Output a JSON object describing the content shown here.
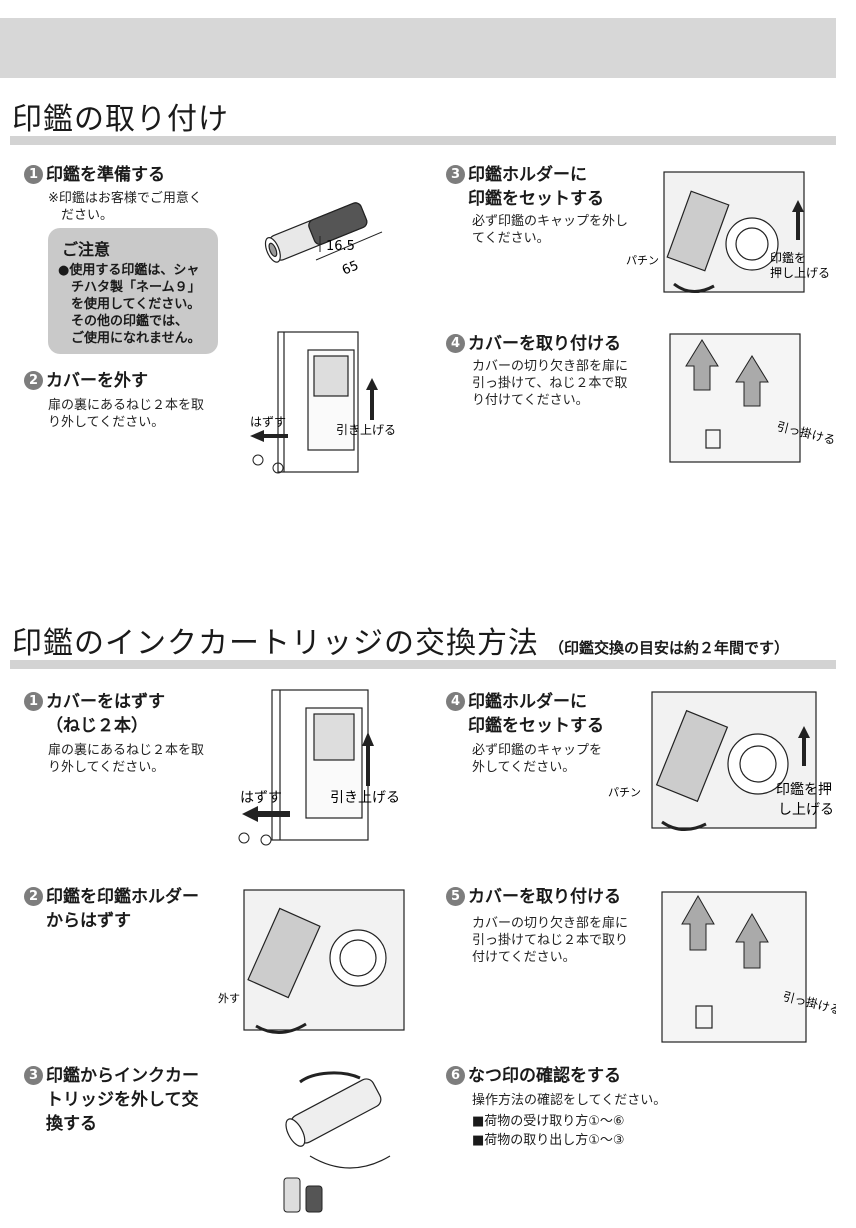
{
  "section1": {
    "title": "印鑑の取り付け",
    "steps": [
      {
        "num": "1",
        "title": "印鑑を準備する",
        "desc": "※印鑑はお客様でご用意く\n　ださい。"
      },
      {
        "num": "2",
        "title": "カバーを外す",
        "desc": "扉の裏にあるねじ２本を取\nり外してください。"
      },
      {
        "num": "3",
        "title": "印鑑ホルダーに\n印鑑をセットする",
        "desc": "必ず印鑑のキャップを外し\nてください。"
      },
      {
        "num": "4",
        "title": "カバーを取り付ける",
        "desc": "カバーの切り欠き部を扉に\n引っ掛けて、ねじ２本で取\nり付けてください。"
      }
    ],
    "caution": {
      "title": "ご注意",
      "body": "●使用する印鑑は、シャ\n　チハタ製「ネーム９」\n　を使用してください。\n　その他の印鑑では、\n　ご使用になれません。"
    },
    "figure_labels": {
      "dim_diameter": "16.5",
      "dim_length": "65",
      "remove": "はずす",
      "pull_up": "引き上げる",
      "snap": "パチン",
      "push_up": "印鑑を\n押し上げる",
      "hook": "引っ掛ける"
    }
  },
  "section2": {
    "title": "印鑑のインクカートリッジの交換方法",
    "note": "（印鑑交換の目安は約２年間です）",
    "steps": [
      {
        "num": "1",
        "title": "カバーをはずす\n（ねじ２本）",
        "desc": "扉の裏にあるねじ２本を取\nり外してください。"
      },
      {
        "num": "2",
        "title": "印鑑を印鑑ホルダー\nからはずす",
        "desc": ""
      },
      {
        "num": "3",
        "title": "印鑑からインクカー\nトリッジを外して交\n換する",
        "desc": ""
      },
      {
        "num": "4",
        "title": "印鑑ホルダーに\n印鑑をセットする",
        "desc": "必ず印鑑のキャップを\n外してください。"
      },
      {
        "num": "5",
        "title": "カバーを取り付ける",
        "desc": "カバーの切り欠き部を扉に\n引っ掛けてねじ２本で取り\n付けてください。"
      },
      {
        "num": "6",
        "title": "なつ印の確認をする",
        "desc": "操作方法の確認をしてください。"
      }
    ],
    "list": [
      "■荷物の受け取り方①～⑥",
      "■荷物の取り出し方①～③"
    ],
    "figure_labels": {
      "remove": "はずす",
      "pull_up": "引き上げる",
      "snap": "パチン",
      "push_up": "印鑑を押\nし上げる",
      "detach": "外す",
      "hook": "引っ掛ける"
    }
  }
}
